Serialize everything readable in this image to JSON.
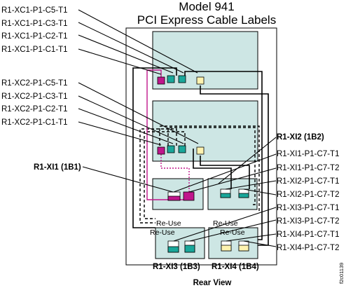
{
  "title": {
    "line1": "Model 941",
    "line2": "PCI Express Cable Labels"
  },
  "left_labels": {
    "xc1": [
      "R1-XC1-P1-C5-T1",
      "R1-XC1-P1-C3-T1",
      "R1-XC1-P1-C2-T1",
      "R1-XC1-P1-C1-T1"
    ],
    "xc2": [
      "R1-XC2-P1-C5-T1",
      "R1-XC2-P1-C3-T1",
      "R1-XC2-P1-C2-T1",
      "R1-XC2-P1-C1-T1"
    ]
  },
  "drawer_labels": {
    "xi1": "R1-XI1 (1B1)",
    "xi2": "R1-XI2 (1B2)",
    "xi3": "R1-XI3 (1B3)",
    "xi4": "R1-XI4 (1B4)"
  },
  "right_labels": [
    "R1-XI1-P1-C7-T1",
    "R1-XI1-P1-C7-T2",
    "R1-XI2-P1-C7-T1",
    "R1-XI2-P1-C7-T2",
    "R1-XI3-P1-C7-T1",
    "R1-XI3-P1-C7-T2",
    "R1-XI4-P1-C7-T1",
    "R1-XI4-P1-C7-T2"
  ],
  "reuse_labels": [
    "Re-Use",
    "Re-Use",
    "Re-Use",
    "Re-Use"
  ],
  "footer": "Rear View",
  "figure_id": "f2c01139",
  "colors": {
    "drawer": "#cde6e4",
    "teal": "#1aa79a",
    "magenta": "#c0168c",
    "yellow": "#fff3b0",
    "white": "#ffffff"
  }
}
